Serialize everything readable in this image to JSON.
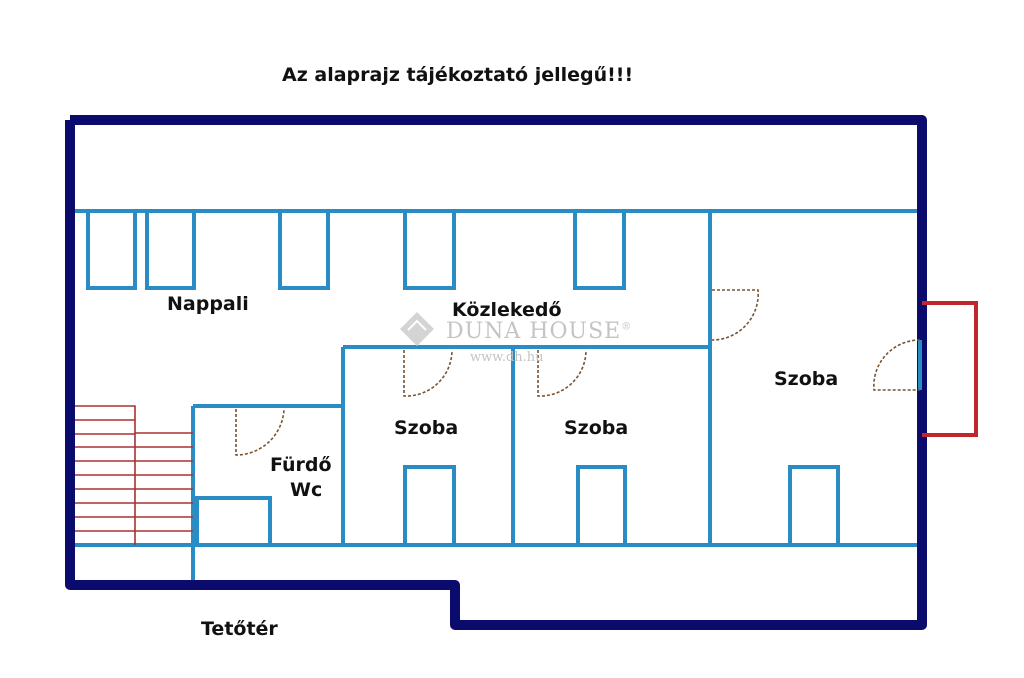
{
  "notice": "Az alaprajz tájékoztató jellegű!!!",
  "rooms": {
    "nappali": "Nappali",
    "kozlekedo": "Közlekedő",
    "furdo_line1": "Fürdő",
    "furdo_line2": "Wc",
    "szoba_1": "Szoba",
    "szoba_2": "Szoba",
    "szoba_3": "Szoba",
    "tetoter": "Tetőtér"
  },
  "watermark": {
    "brand": "DUNA HOUSE",
    "registered": "®",
    "url": "www.dh.hu"
  },
  "colors": {
    "outer_wall": "#0b0b6e",
    "inner_wall": "#2a8cc4",
    "stairs": "#a83232",
    "balcony": "#c0272d",
    "door": "#7a5230"
  }
}
